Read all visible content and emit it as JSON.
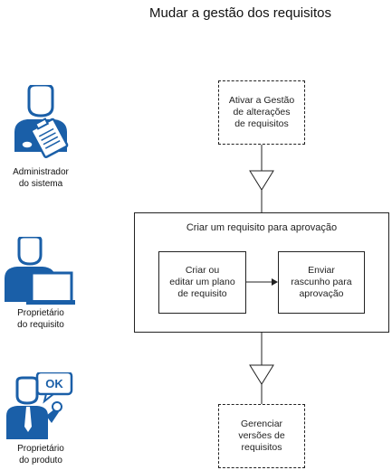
{
  "title": "Mudar a gestão dos requisitos",
  "roles": [
    {
      "label_line1": "Administrador",
      "label_line2": "do sistema",
      "icon": "administrator-clipboard-icon"
    },
    {
      "label_line1": "Proprietário",
      "label_line2": "do requisito",
      "icon": "owner-laptop-icon"
    },
    {
      "label_line1": "Proprietário",
      "label_line2": "do produto",
      "icon": "product-owner-ok-icon"
    }
  ],
  "steps": {
    "activate": {
      "line1": "Ativar a Gestão",
      "line2": "de alterações",
      "line3": "de requisitos"
    },
    "create_group": {
      "title": "Criar um requisito para aprovação"
    },
    "create_edit": {
      "line1": "Criar ou",
      "line2": "editar um plano",
      "line3": "de requisito"
    },
    "send_draft": {
      "line1": "Enviar",
      "line2": "rascunho para",
      "line3": "aprovação"
    },
    "manage_versions": {
      "line1": "Gerenciar",
      "line2": "versões de",
      "line3": "requisitos"
    }
  },
  "ok_bubble": "OK",
  "colors": {
    "accent": "#1a5fa8",
    "line": "#222222",
    "skin": "#ffffff"
  }
}
